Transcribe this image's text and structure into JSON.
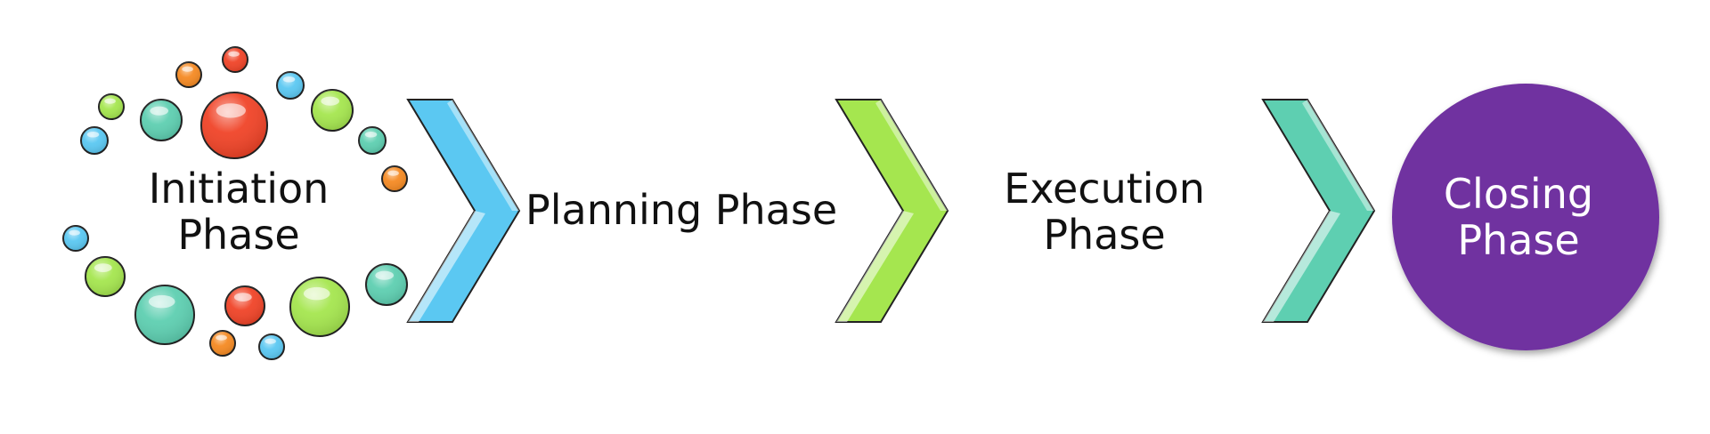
{
  "phases": {
    "initiation": {
      "line1": "Initiation",
      "line2": "Phase"
    },
    "planning": {
      "line1": "Planning Phase"
    },
    "execution": {
      "line1": "Execution",
      "line2": "Phase"
    },
    "closing": {
      "line1": "Closing",
      "line2": "Phase"
    }
  },
  "colors": {
    "blue": "#5bc8f2",
    "green": "#a5e64f",
    "teal": "#5ecfb1",
    "red": "#f04428",
    "orange": "#f58a23",
    "purple": "#7030a0"
  }
}
